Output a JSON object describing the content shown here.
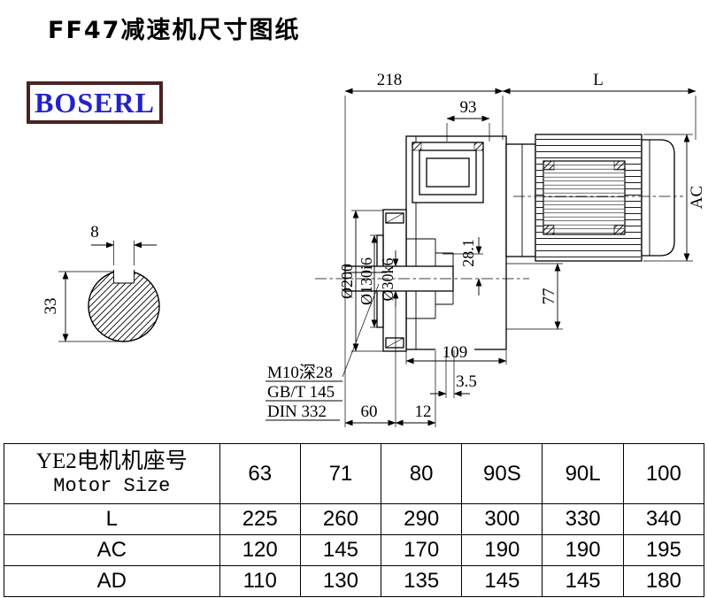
{
  "title": "FF47减速机尺寸图纸",
  "logo": {
    "text": "BOSERL",
    "text_color": "#2222cc",
    "border_color": "#4a2323"
  },
  "shaft_view": {
    "keyway_width": "8",
    "shaft_height": "33"
  },
  "drawing": {
    "dims": {
      "total_218": "218",
      "motor_L": "L",
      "top_93": "93",
      "motor_AC": "AC",
      "flange_dia": "Ø200",
      "spigot_dia": "Ø130i6",
      "shaft_dia": "Ø30k6",
      "key_28_1": "28.1",
      "d77": "77",
      "d109": "109",
      "d3_5": "3.5",
      "d60": "60",
      "d12": "12"
    },
    "notes": {
      "tap_hole": "M10深28",
      "thread_std": "GB/T 145",
      "center_hole_std": "DIN 332"
    }
  },
  "table": {
    "motor_size_cn": "YE2电机机座号",
    "motor_size_en": "Motor Size",
    "sizes": [
      "63",
      "71",
      "80",
      "90S",
      "90L",
      "100"
    ],
    "rows": [
      {
        "label": "L",
        "values": [
          "225",
          "260",
          "290",
          "300",
          "330",
          "340"
        ]
      },
      {
        "label": "AC",
        "values": [
          "120",
          "145",
          "170",
          "190",
          "190",
          "195"
        ]
      },
      {
        "label": "AD",
        "values": [
          "110",
          "130",
          "135",
          "145",
          "145",
          "180"
        ]
      }
    ]
  }
}
